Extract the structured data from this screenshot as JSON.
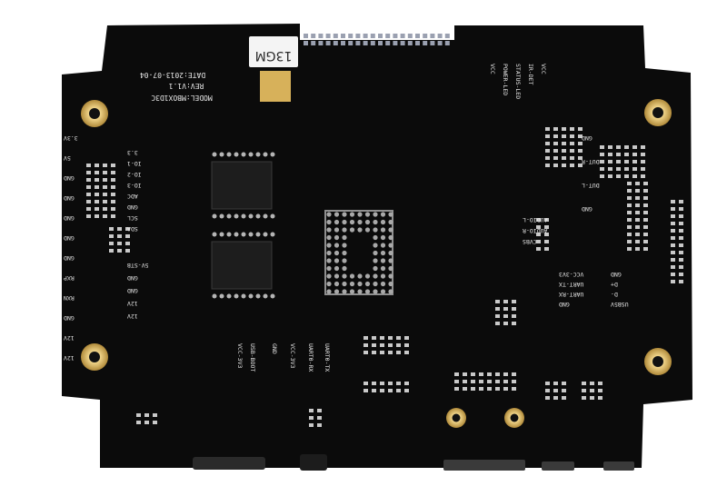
{
  "board": {
    "sticker": "13GM",
    "model_text": "MODEL:MBOX1D3C",
    "rev_text": "REV:V1.1",
    "date_text": "DATE:2013-07-04",
    "colors": {
      "pcb": "#0b0b0b",
      "silkscreen": "#e8e8e8",
      "pad_gold": "#d7b15a",
      "solder": "#9a9a9a"
    }
  },
  "left_labels": [
    "3.3V",
    "5V",
    "GND",
    "GND",
    "GND",
    "GND",
    "GND",
    "RXP",
    "RXN",
    "GND",
    "12V",
    "12V"
  ],
  "left_mid_labels": [
    "3.3",
    "IO-1",
    "IO-2",
    "IO-3",
    "ADC",
    "GND",
    "SCL",
    "SDA"
  ],
  "io_labels": [
    "5V-STB",
    "GND",
    "GND",
    "12V",
    "12V"
  ],
  "top_right_labels": [
    "VCC",
    "POWER-LED",
    "STATUS-LED",
    "IR-DET",
    "VCC"
  ],
  "audio_labels": [
    "AUDIO-L",
    "AUDIO-R",
    "CVBS"
  ],
  "uart_right_labels": [
    "VCC-3V3",
    "UART-TX",
    "UART-RX",
    "GND"
  ],
  "usb_labels": [
    "GND",
    "D+",
    "D-",
    "USB5V"
  ],
  "bottom_labels": [
    "VCC-3V3",
    "USB-BOOT",
    "GND",
    "VCC-3V3",
    "UART0-RX",
    "UART0-TX"
  ],
  "right_edge_labels": [
    "GND",
    "DUT-R",
    "DUT-L",
    "GND"
  ]
}
